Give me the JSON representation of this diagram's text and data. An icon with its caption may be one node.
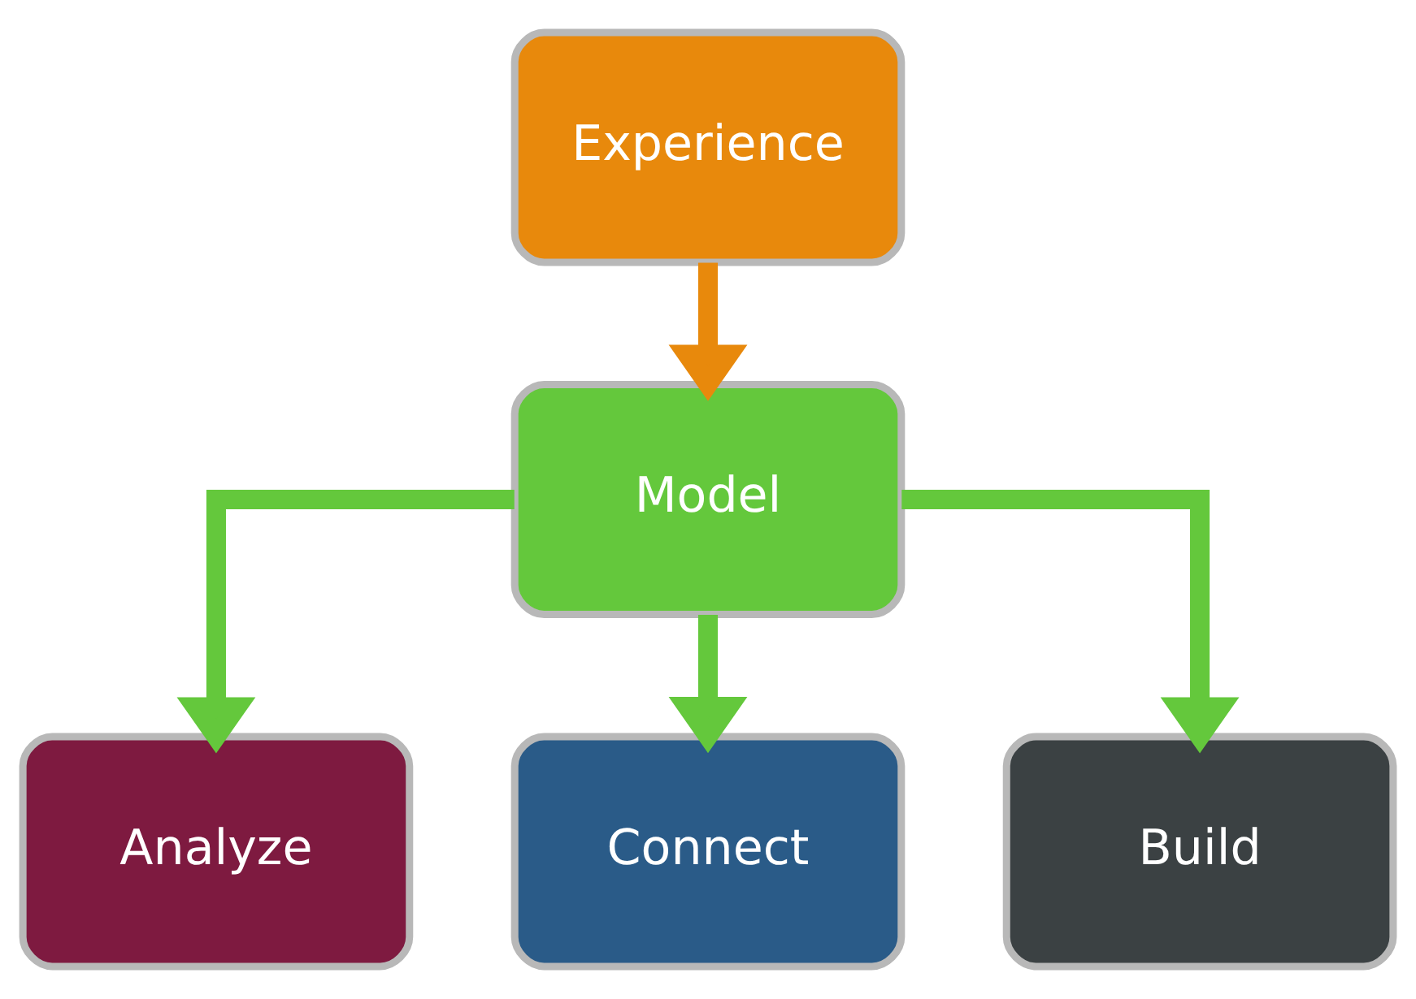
{
  "diagram": {
    "nodes": [
      {
        "text": [
          "Experience"
        ]
      },
      {
        "text": [
          "Model"
        ]
      },
      {
        "text": [
          "Analyze"
        ]
      },
      {
        "text": [
          "Connect"
        ]
      },
      {
        "text": [
          "Build"
        ]
      }
    ],
    "edges": [
      {
        "from": 0,
        "to": 1,
        "arrow": "to",
        "color": "#e8890c"
      },
      {
        "from": 1,
        "to": 2,
        "arrow": "to"
      },
      {
        "from": 1,
        "to": 3,
        "arrow": "to"
      },
      {
        "from": 1,
        "to": 4,
        "arrow": "to"
      }
    ]
  }
}
